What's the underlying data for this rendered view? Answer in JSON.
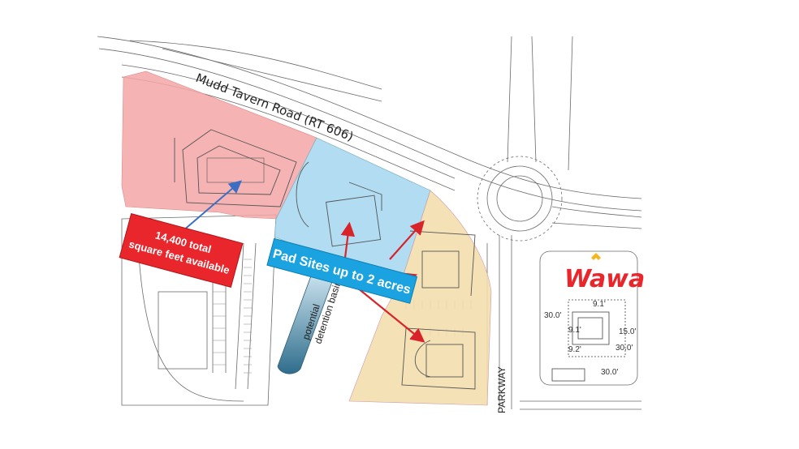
{
  "labels": {
    "road_main": "Mudd Tavern Road (RT 606)",
    "parkway": "PARKWAY",
    "detention_line1": "potential",
    "detention_line2": "detention basin"
  },
  "callouts": {
    "square_feet_line1": "14,400 total",
    "square_feet_line2": "square feet available",
    "pad_sites": "Pad Sites up to 2 acres"
  },
  "brand": {
    "wawa_logo_text": "Wawa"
  },
  "dimensions": [
    "30.0'",
    "9.1'",
    "15.0'",
    "9.2'",
    "30.0'",
    "30.0'",
    "9.1'"
  ],
  "colors": {
    "zone_red": "#f4a6a6",
    "zone_blue": "#a8d8f0",
    "zone_tan": "#f3dfae",
    "callout_red": "#e8262b",
    "callout_blue": "#1aa3e0",
    "arrow_red": "#d8232a",
    "arrow_blue": "#3c6fc4"
  }
}
